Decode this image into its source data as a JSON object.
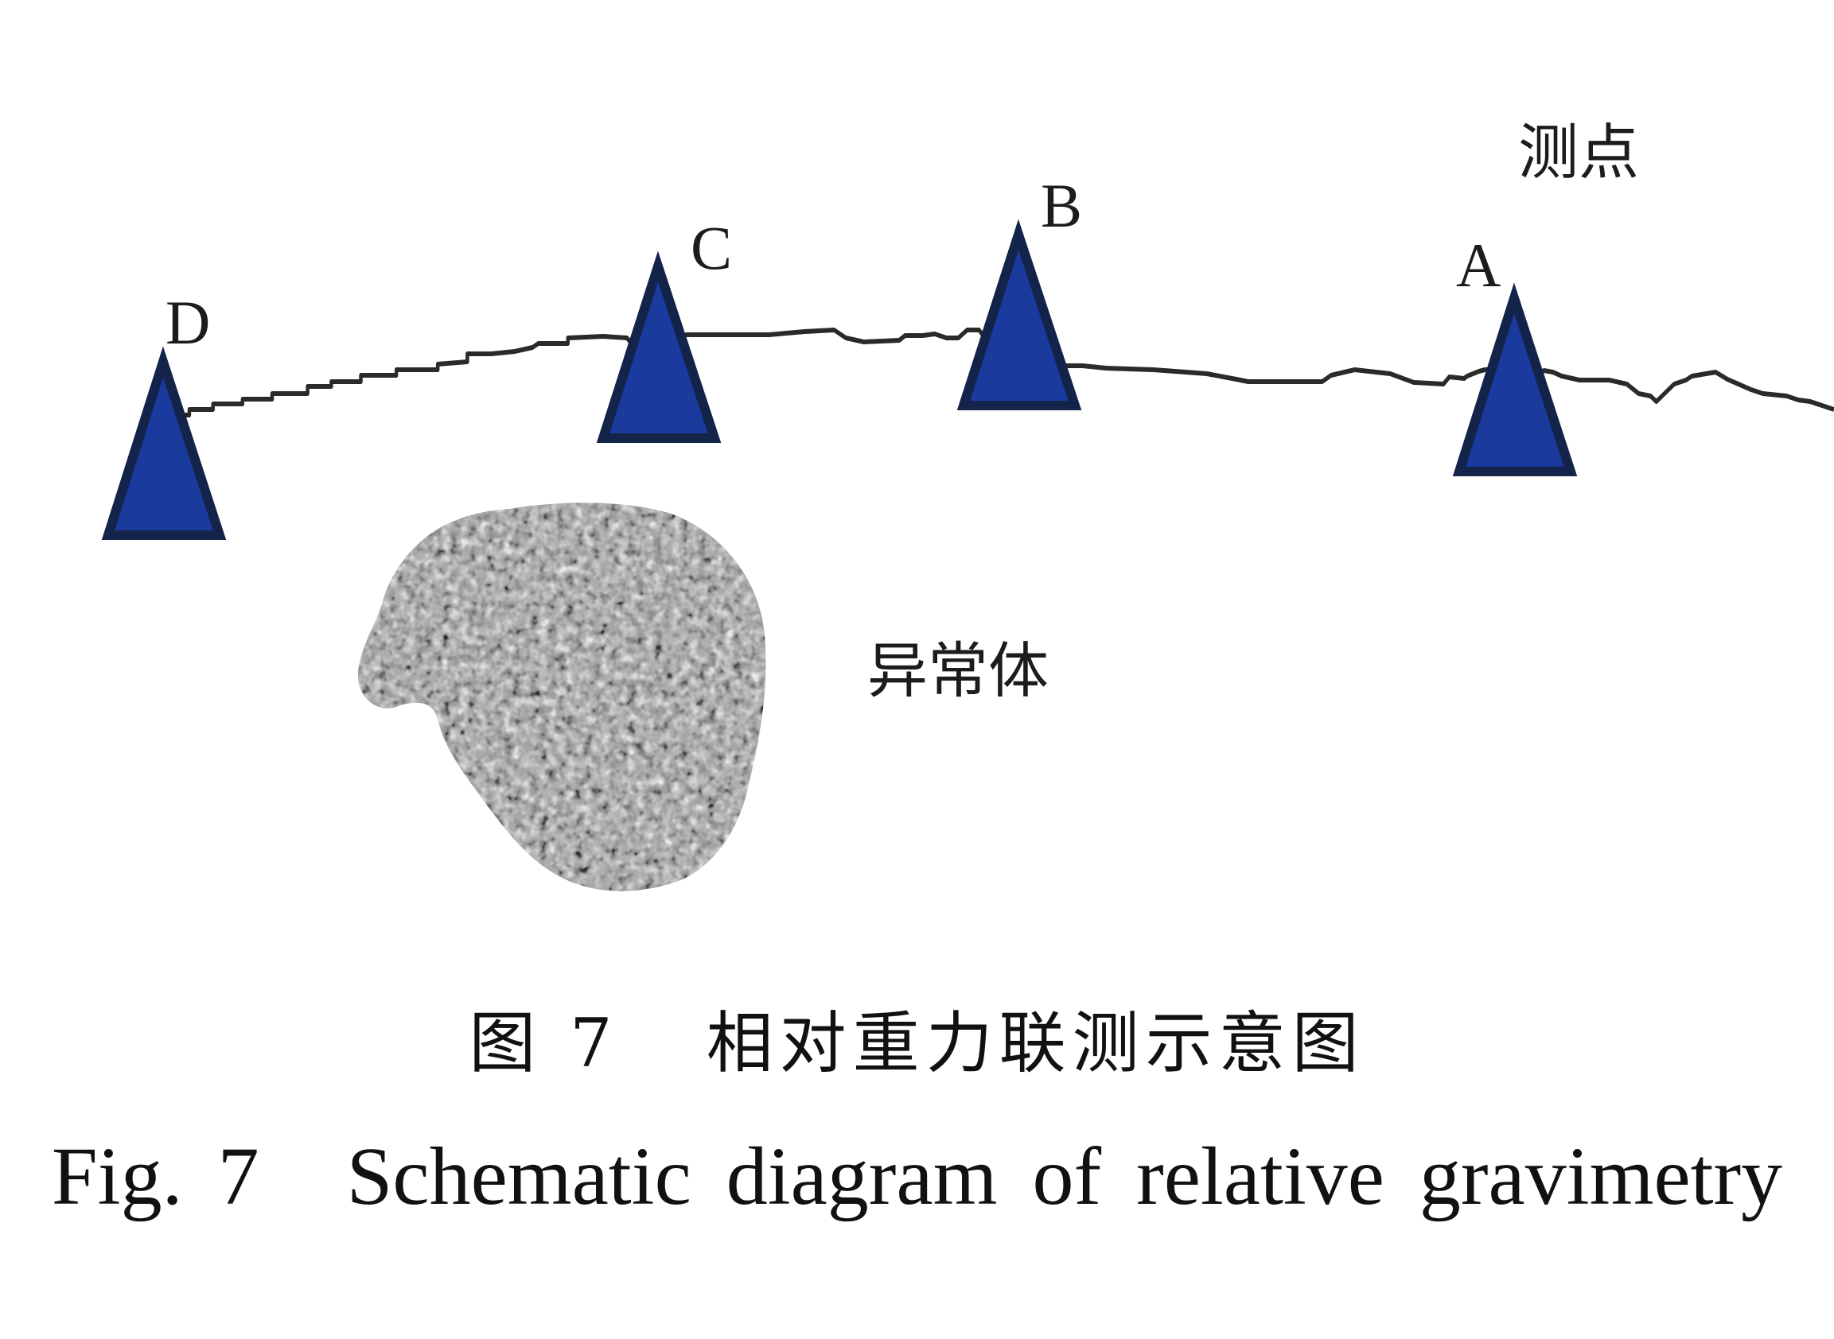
{
  "figure": {
    "stations": [
      {
        "id": "A",
        "label": "A"
      },
      {
        "id": "B",
        "label": "B"
      },
      {
        "id": "C",
        "label": "C"
      },
      {
        "id": "D",
        "label": "D"
      }
    ],
    "measurement_point_label": "测点",
    "anomaly_label": "异常体",
    "colors": {
      "triangle_fill": "#1a3a9e",
      "triangle_stroke": "#14234a",
      "profile_line": "#2a2a2a",
      "anomaly_dark": "#3a3a3a",
      "anomaly_light": "#d8d8d8"
    }
  },
  "caption": {
    "cn_number": "图 7",
    "cn_title": "相对重力联测示意图",
    "en_number": "Fig. 7",
    "en_title": "Schematic diagram of relative gravimetry"
  }
}
